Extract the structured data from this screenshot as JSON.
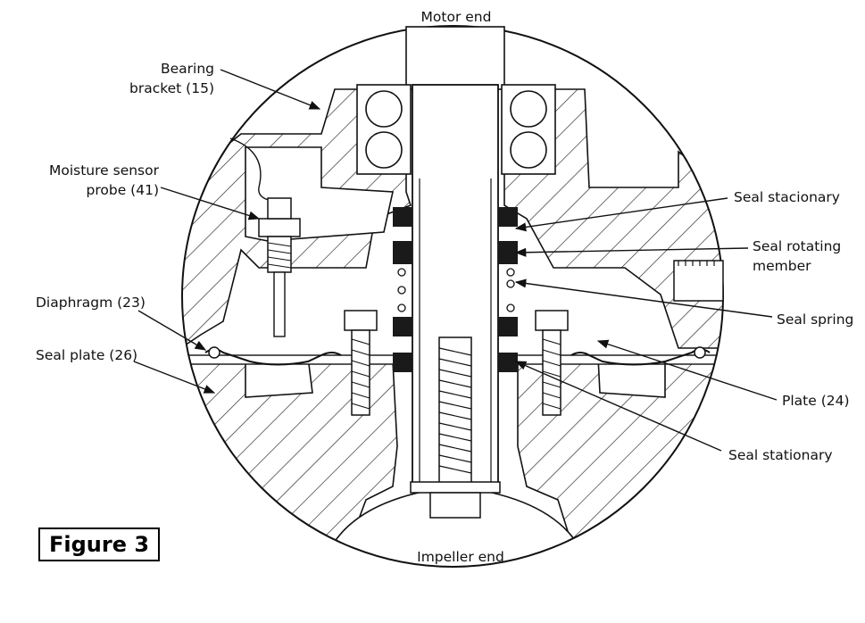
{
  "labels": {
    "motor_end": "Motor end",
    "impeller_end": "Impeller end",
    "bearing_bracket": [
      "Bearing",
      "bracket (15)"
    ],
    "moisture_sensor": [
      "Moisture sensor",
      "probe (41)"
    ],
    "diaphragm": "Diaphragm (23)",
    "seal_plate": "Seal plate (26)",
    "seal_stacionary": "Seal stacionary",
    "seal_rotating": [
      "Seal rotating",
      "member"
    ],
    "seal_spring": "Seal spring",
    "plate": "Plate (24)",
    "seal_stationary": "Seal stationary"
  },
  "figure_label": "Figure 3",
  "colors": {
    "line": "#111111",
    "hatch": "#222222",
    "rubber": "#1a1a1a",
    "background": "#ffffff"
  }
}
